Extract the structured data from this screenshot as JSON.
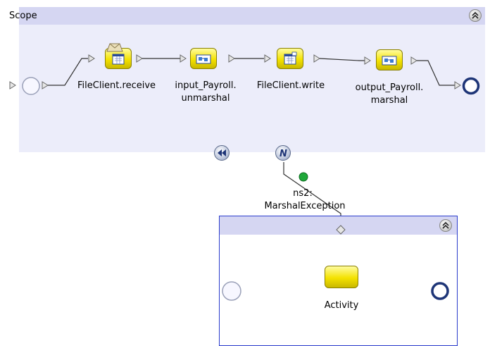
{
  "scope": {
    "title": "Scope",
    "activities": [
      {
        "label_line1": "FileClient.receive",
        "label_line2": ""
      },
      {
        "label_line1": "input_Payroll.",
        "label_line2": "unmarshal"
      },
      {
        "label_line1": "FileClient.write",
        "label_line2": ""
      },
      {
        "label_line1": "output_Payroll.",
        "label_line2": "marshal"
      }
    ]
  },
  "fault_handler": {
    "label_line1": "ns2:",
    "label_line2": "MarshalException"
  },
  "inner_scope": {
    "activity_label": "Activity"
  },
  "icons": {
    "collapse": "double-chevron-up-icon",
    "start": "start-node-icon",
    "end": "end-node-icon",
    "compensation": "rewind-icon",
    "fault": "fault-n-icon"
  },
  "colors": {
    "scope_bg": "#ecedfa",
    "scope_header": "#d5d6f2",
    "activity_fill": "#f4e200",
    "inner_border": "#2a3bcc",
    "end_node": "#1e3577"
  }
}
